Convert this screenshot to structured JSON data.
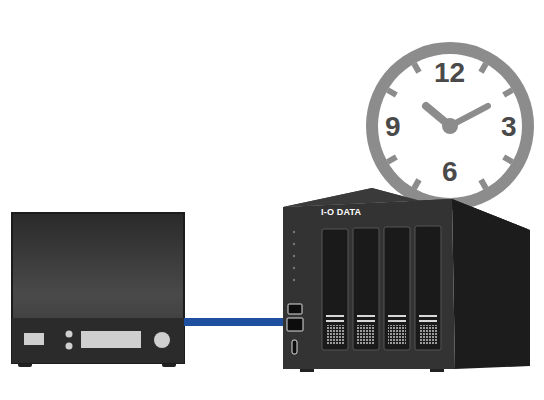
{
  "diagram": {
    "labels": [
      "12",
      "9",
      "3",
      "6",
      "I-O DATA"
    ]
  }
}
